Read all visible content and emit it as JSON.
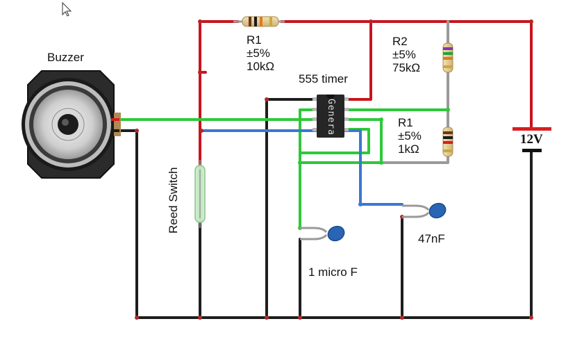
{
  "labels": {
    "buzzer": "Buzzer",
    "r1_top_name": "R1",
    "r1_top_tol": "±5%",
    "r1_top_val": "10kΩ",
    "timer": "555 timer",
    "r2_name": "R2",
    "r2_tol": "±5%",
    "r2_val": "75kΩ",
    "r1_right_name": "R1",
    "r1_right_tol": "±5%",
    "r1_right_val": "1kΩ",
    "battery": "12V",
    "reed": "Reed Switch",
    "cap_large": "1 micro F",
    "cap_small": "47nF",
    "chip_marking": "Genera"
  },
  "colors": {
    "wire_red": "#c8141e",
    "wire_green": "#2ec83a",
    "wire_blue": "#3a78d2",
    "wire_black": "#1e1e1e",
    "wire_gray": "#9a9a9a",
    "chip": "#262626",
    "capacitor": "#2a64b4"
  },
  "icons": {
    "cursor": "mouse-pointer-icon",
    "buzzer": "speaker-icon"
  }
}
